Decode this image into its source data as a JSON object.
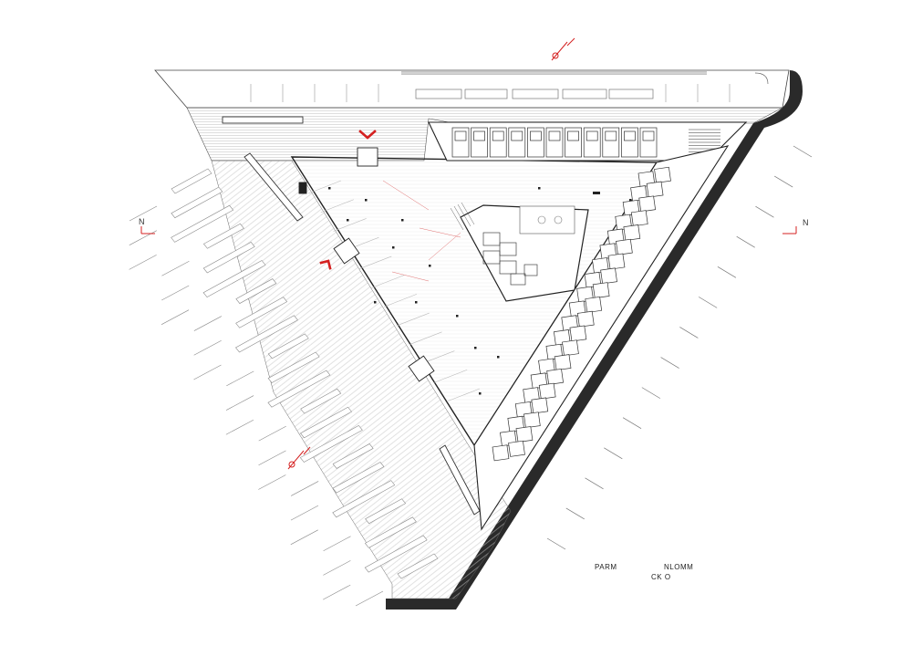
{
  "north_markers": [
    {
      "id": "west",
      "text": "N"
    },
    {
      "id": "east",
      "text": "N"
    }
  ],
  "title_block": {
    "left": "PARM",
    "right": "NLOMM",
    "sub": "CK O"
  },
  "colors": {
    "line": "#333333",
    "wall": "#222222",
    "accent": "#d42020",
    "thin": "#9a9a9a",
    "hatch": "#b5b5b5"
  }
}
